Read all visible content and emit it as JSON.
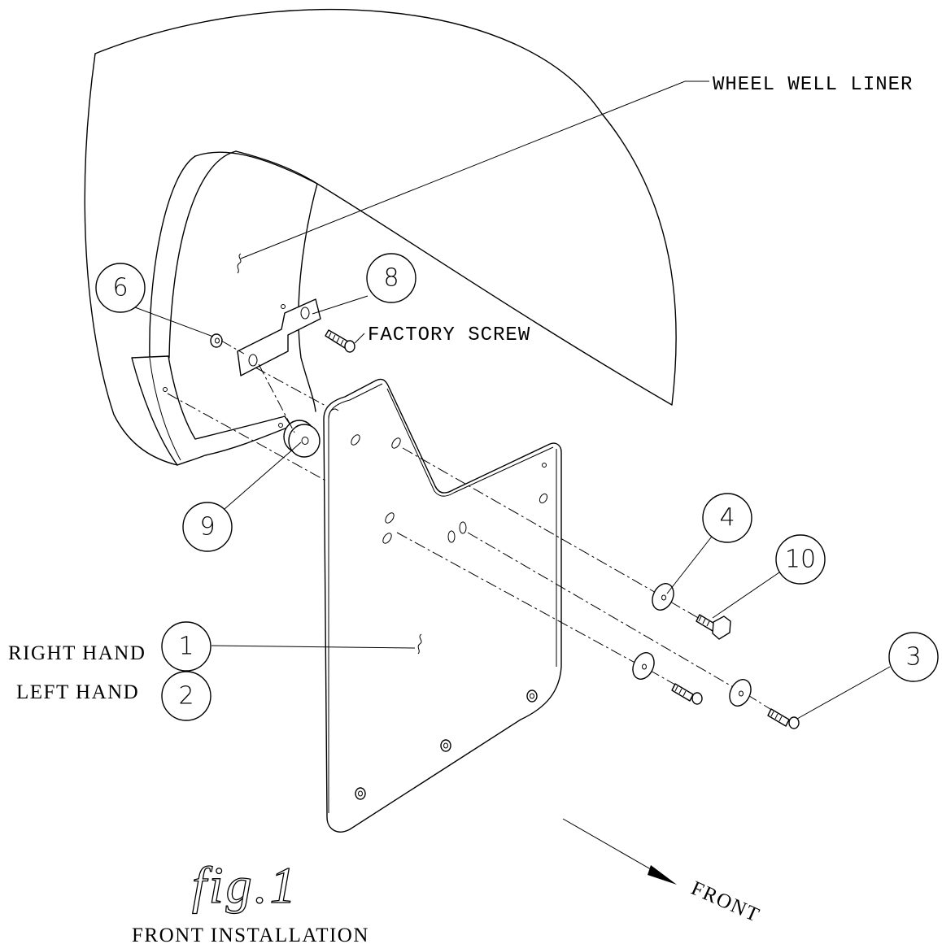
{
  "callouts": {
    "wheel_well_liner": "WHEEL WELL LINER",
    "factory_screw": "FACTORY SCREW",
    "right_hand": "RIGHT HAND",
    "left_hand": "LEFT HAND",
    "front": "FRONT"
  },
  "balloons": {
    "b1": "1",
    "b2": "2",
    "b3": "3",
    "b4": "4",
    "b6": "6",
    "b8": "8",
    "b9": "9",
    "b10": "10"
  },
  "figure": {
    "number": "fig.1",
    "caption": "FRONT INSTALLATION"
  }
}
